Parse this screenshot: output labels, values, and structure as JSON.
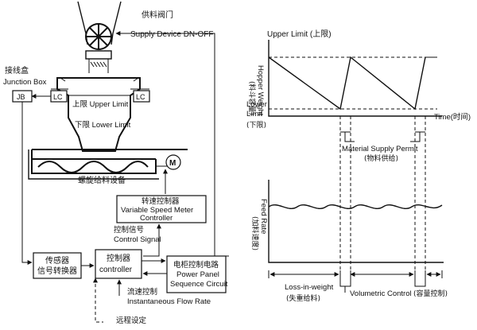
{
  "left": {
    "supply_valve_cn": "供料阀门",
    "supply_valve_en": "Supply Device DN-OFF",
    "junction_box_cn": "接线盒",
    "junction_box_en": "Junction Box",
    "jb_label": "JB",
    "lc_label": "LC",
    "hopper_upper": "上限 Upper Limit",
    "hopper_lower": "下限 Lower Limit",
    "motor_label": "M",
    "screw_feeder_cn": "螺旋给料设备",
    "vsm_cn": "转速控制器",
    "vsm_en_1": "Variable Speed Meter",
    "vsm_en_2": "Controller",
    "control_signal_cn": "控制信号",
    "control_signal_en": "Control Signal",
    "sensor_cn_1": "传感器",
    "sensor_cn_2": "信号转换器",
    "controller_cn": "控制器",
    "controller_en": "controller",
    "panel_cn": "电柜控制电路",
    "panel_en_1": "Power Panel",
    "panel_en_2": "Sequence Circuit",
    "flow_rate_cn": "流速控制",
    "flow_rate_en": "Instantaneous Flow Rate",
    "remote_cn": "远程设定"
  },
  "right_top": {
    "upper_limit": "Upper Limit (上限)",
    "hopper_weight_cn": "(料斗容量)",
    "hopper_weight_en": "Hopper Weight",
    "lower_limit_1": "Lower",
    "lower_limit_2": "Limit",
    "lower_limit_cn": "(下限)",
    "time_label": "Time(时间)",
    "supply_permit_en": "Material Supply Permit",
    "supply_permit_cn": "(物料供给)"
  },
  "right_bottom": {
    "feed_rate_cn": "(加料速度)",
    "feed_rate_en": "Feed Rate",
    "loss_in_weight_en": "Loss-in-weight",
    "loss_in_weight_cn": "(失重给料)",
    "volumetric_en": "Volumetric Control",
    "volumetric_cn": "(容量控制)"
  }
}
